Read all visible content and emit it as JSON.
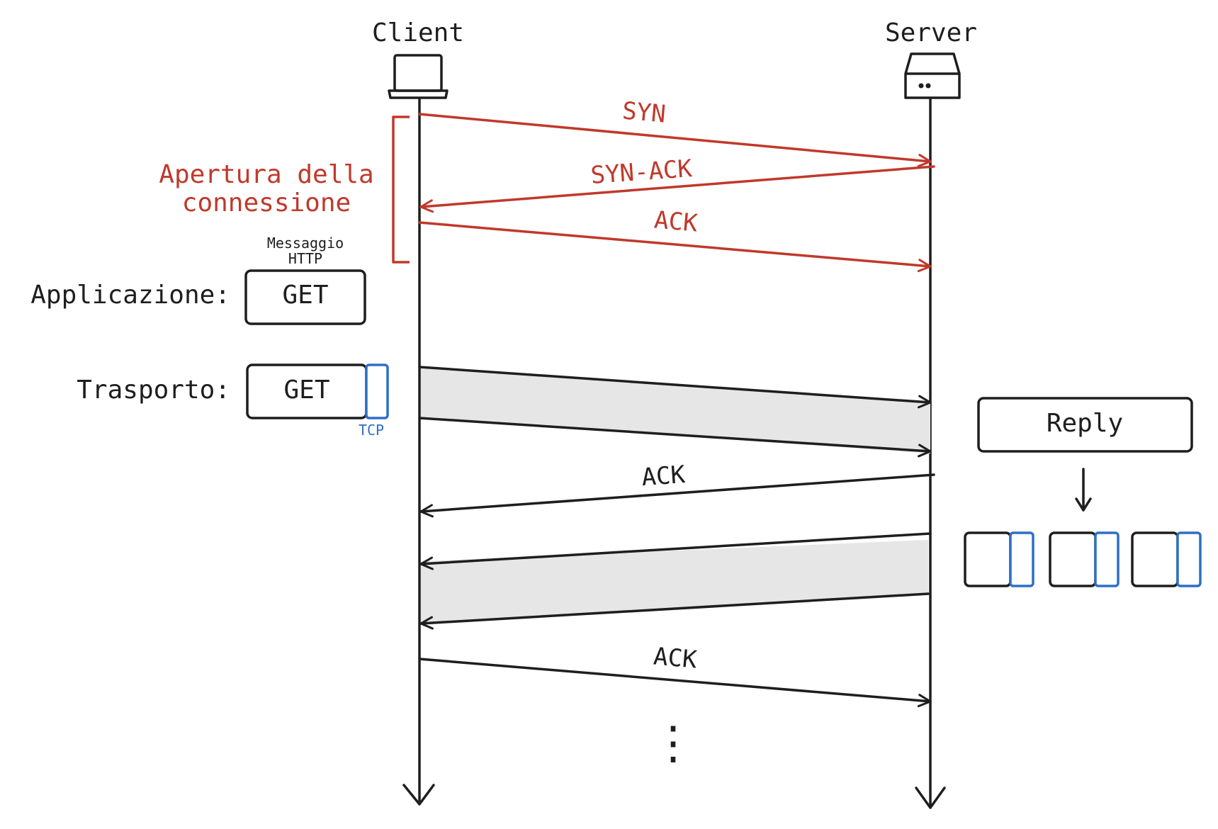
{
  "participants": {
    "client": "Client",
    "server": "Server"
  },
  "handshake": {
    "label_line1": "Apertura della",
    "label_line2": "connessione",
    "syn": "SYN",
    "syn_ack": "SYN-ACK",
    "ack": "ACK"
  },
  "layers": {
    "message_caption_line1": "Messaggio",
    "message_caption_line2": "HTTP",
    "application_label": "Applicazione:",
    "application_packet": "GET",
    "transport_label": "Trasporto:",
    "transport_packet": "GET",
    "tcp_label": "TCP"
  },
  "exchange": {
    "ack_1": "ACK",
    "ack_2": "ACK",
    "reply": "Reply",
    "ellipsis": "⋮"
  },
  "colors": {
    "handshake": "#c0392b",
    "tcp_header": "#2f6fc6",
    "ink": "#1e1e1e",
    "segment_fill": "#e6e6e6"
  }
}
